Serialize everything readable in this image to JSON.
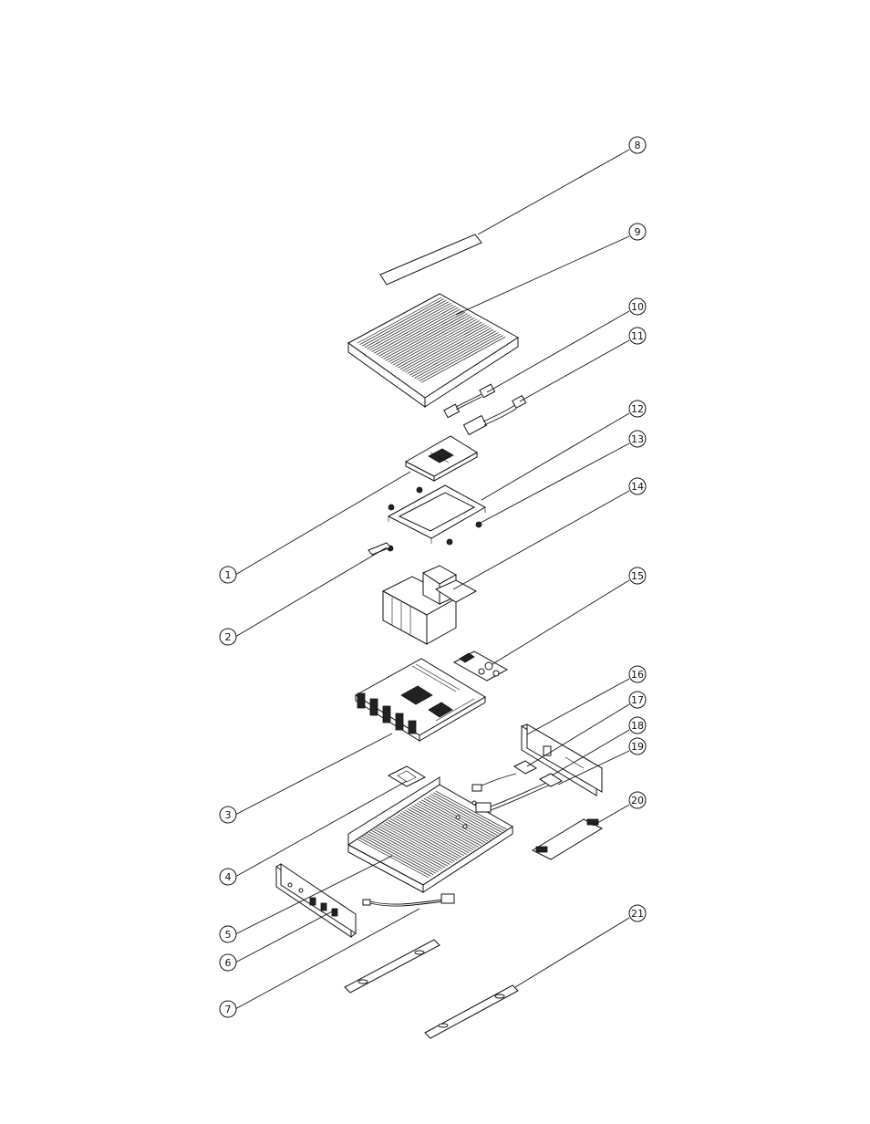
{
  "callouts": [
    {
      "number": "1"
    },
    {
      "number": "2"
    },
    {
      "number": "3"
    },
    {
      "number": "4"
    },
    {
      "number": "5"
    },
    {
      "number": "6"
    },
    {
      "number": "7"
    },
    {
      "number": "8"
    },
    {
      "number": "9"
    },
    {
      "number": "10"
    },
    {
      "number": "11"
    },
    {
      "number": "12"
    },
    {
      "number": "13"
    },
    {
      "number": "14"
    },
    {
      "number": "15"
    },
    {
      "number": "16"
    },
    {
      "number": "17"
    },
    {
      "number": "18"
    },
    {
      "number": "19"
    },
    {
      "number": "20"
    },
    {
      "number": "21"
    }
  ]
}
